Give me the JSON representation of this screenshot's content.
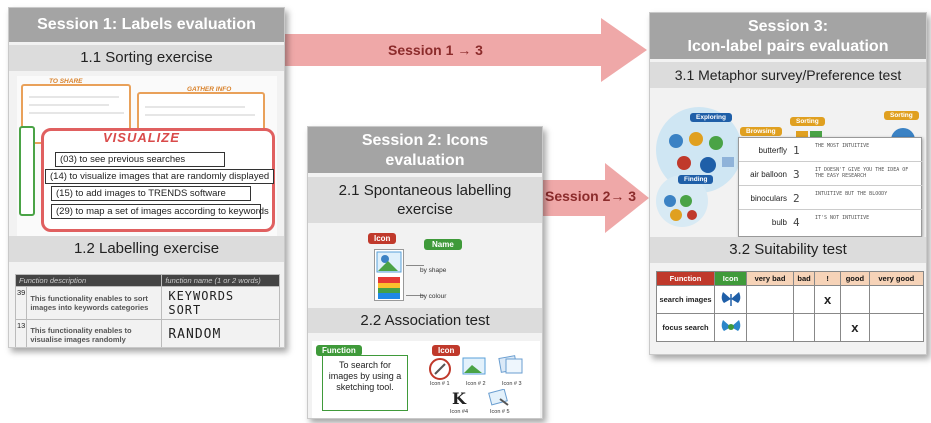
{
  "arrows": {
    "session_1_3": "Session 1 → 3",
    "session_2_3": "Session 2→ 3"
  },
  "session1": {
    "title": "Session 1: Labels evaluation",
    "sorting": {
      "title": "1.1 Sorting exercise",
      "category_top_left": "TO SHARE",
      "category_top_right": "GATHER INFO",
      "category_main": "VISUALIZE",
      "items": [
        "(03) to see previous searches",
        "(14) to visualize images that are randomly displayed",
        "(15) to add images to TRENDS software",
        "(29) to map a set of images according to keywords"
      ]
    },
    "labelling": {
      "title": "1.2 Labelling exercise",
      "col_description": "Function description",
      "col_name": "function name (1 or 2 words)",
      "rows": [
        {
          "num": "39",
          "description": "This functionality enables to sort images into keywords categories",
          "answer": "KEYWORDS SORT"
        },
        {
          "num": "13",
          "description": "This functionality enables to visualise images randomly",
          "answer": "RANDOM"
        }
      ]
    }
  },
  "session2": {
    "title_line1": "Session 2: Icons",
    "title_line2": "evaluation",
    "spontaneous": {
      "title_line1": "2.1 Spontaneous labelling",
      "title_line2": "exercise",
      "tag_icon": "Icon",
      "tag_name": "Name",
      "hint_shape": "by shape",
      "hint_colour": "by colour"
    },
    "association": {
      "title": "2.2 Association test",
      "tag_function": "Function",
      "tag_icon": "Icon",
      "function_text": "To search for images by using a sketching tool.",
      "icon_labels": [
        "Icon # 1",
        "Icon # 2",
        "Icon # 3",
        "Icon #4",
        "Icon # 5"
      ],
      "k_glyph": "K"
    }
  },
  "session3": {
    "title_line1": "Session 3:",
    "title_line2": "Icon-label pairs evaluation",
    "metaphor": {
      "title": "3.1 Metaphor survey/Preference test",
      "bubble_labels": [
        "Exploring",
        "Browsing",
        "Sorting",
        "Finding",
        "Sorting"
      ],
      "survey_rows": [
        {
          "label": "butterfly",
          "num": "1",
          "comment": "THE MOST INTUITIVE"
        },
        {
          "label": "air balloon",
          "num": "3",
          "comment": "IT DOESN'T GIVE YOU THE IDEA OF THE EASY RESEARCH"
        },
        {
          "label": "binoculars",
          "num": "2",
          "comment": "INTUITIVE BUT THE BLOODY"
        },
        {
          "label": "bulb",
          "num": "4",
          "comment": "IT'S NOT INTUITIVE"
        }
      ]
    },
    "suitability": {
      "title": "3.2  Suitability test",
      "headers": [
        "Function",
        "Icon",
        "very bad",
        "bad",
        "!",
        "good",
        "very good"
      ],
      "rows": [
        {
          "function": "search images",
          "marks": [
            "",
            "",
            "x",
            "",
            ""
          ]
        },
        {
          "function": "focus search",
          "marks": [
            "",
            "",
            "",
            "x",
            ""
          ]
        }
      ]
    }
  },
  "colors": {
    "header_gray": "#a4a4a4",
    "subheader_gray": "#dcdcdc",
    "arrow_fill": "#efa8a8",
    "arrow_text": "#8b2b2b",
    "tag_red": "#c0392b",
    "tag_green": "#3f9a3a"
  }
}
